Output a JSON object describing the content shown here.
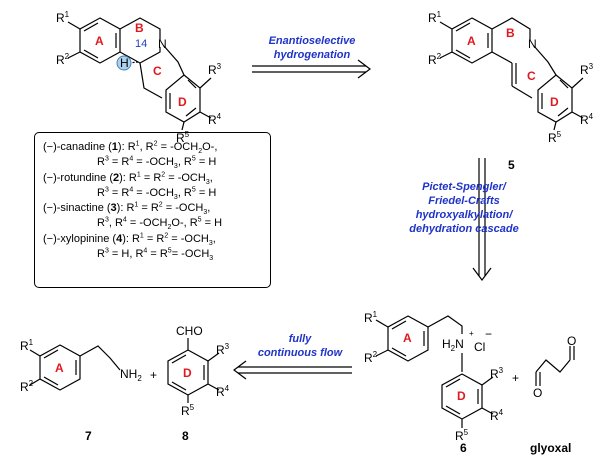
{
  "compounds": {
    "c5": "5",
    "c6": "6",
    "c7": "7",
    "c8": "8",
    "glyoxal": "glyoxal"
  },
  "rings": {
    "A": "A",
    "B": "B",
    "C": "C",
    "D": "D",
    "c14": "14"
  },
  "atoms": {
    "N": "N",
    "H": "H",
    "NH2": "NH",
    "two": "2",
    "H2N": "H",
    "H2N_tail": "N",
    "plus_charge": "+",
    "Cl": "Cl",
    "minus": "−",
    "CHO": "CHO",
    "O": "O",
    "plus": "+"
  },
  "substituents": {
    "R": "R",
    "s1": "1",
    "s2": "2",
    "s3": "3",
    "s4": "4",
    "s5": "5"
  },
  "arrows": {
    "top": [
      "Enantioselective",
      "hydrogenation"
    ],
    "right": [
      "Pictet-Spengler/",
      "Friedel-Crafts",
      "hydroxyalkylation/",
      "dehydration cascade"
    ],
    "bottom": [
      "fully",
      "continuous flow"
    ]
  },
  "legend": [
    {
      "name": "(−)-canadine (",
      "num": "1",
      "close": "): R",
      "a": "1",
      "b": ", R",
      "c": "2",
      "d": " = -OCH",
      "e": "2",
      "f": "O-,",
      "g": "R",
      "h": "3",
      "i": " = R",
      "j": "4",
      "k": " = -OCH",
      "l": "3",
      "m": ", R",
      "n": "5",
      "o": " = H"
    },
    {
      "name": "(−)-rotundine (",
      "num": "2",
      "close": "): R",
      "a": "1",
      "b": " = R",
      "c": "2",
      "d": " = -OCH",
      "e": "3",
      "f": ",",
      "g": "R",
      "h": "3",
      "i": " = R",
      "j": "4",
      "k": " = -OCH",
      "l": "3",
      "m": ", R",
      "n": "5",
      "o": " = H"
    },
    {
      "name": "(−)-sinactine (",
      "num": "3",
      "close": "): R",
      "a": "1",
      "b": " = R",
      "c": "2",
      "d": " = -OCH",
      "e": "3",
      "f": ",",
      "g": "R",
      "h": "3",
      "i": ", R",
      "j": "4",
      "k": " = -OCH",
      "l": "2",
      "m": "O-, R",
      "n": "5",
      "o": " = H"
    },
    {
      "name": "(−)-xylopinine (",
      "num": "4",
      "close": "): R",
      "a": "1",
      "b": " = R",
      "c": "2",
      "d": " = -OCH",
      "e": "3",
      "f": ",",
      "g": "R",
      "h": "3",
      "i": " = H, R",
      "j": "4",
      "k": " = R",
      "l": "5",
      "m": "= -OCH",
      "n": "3",
      "o": ""
    }
  ]
}
